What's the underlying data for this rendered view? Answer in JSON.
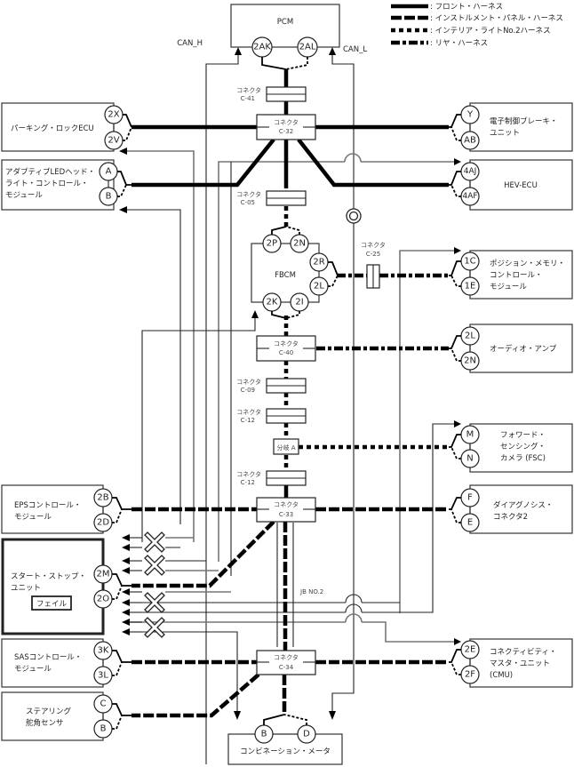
{
  "legend": [
    {
      "style": "front",
      "label": ": フロント・ハーネス"
    },
    {
      "style": "inst",
      "label": ": インストルメント・パネル・ハーネス"
    },
    {
      "style": "interior",
      "label": ": インテリア・ライトNo.2ハーネス"
    },
    {
      "style": "rear",
      "label": ": リヤ・ハーネス"
    }
  ],
  "pcm": {
    "name": "PCM",
    "pins": [
      "2AK",
      "2AL"
    ],
    "can_h": "CAN_H",
    "can_l": "CAN_L"
  },
  "connectors": {
    "word": "コネクタ",
    "c41": "C-41",
    "c32": "C-32",
    "c05": "C-05",
    "c25": "C-25",
    "c40": "C-40",
    "c09": "C-09",
    "c12a": "C-12",
    "c12b": "C-12",
    "c33": "C-33",
    "c34": "C-34",
    "branch_a": "分岐 A",
    "jb": "JB NO.2"
  },
  "fbcm": {
    "name": "FBCM",
    "pins": [
      "2P",
      "2N",
      "2R",
      "2L",
      "2K",
      "2I"
    ]
  },
  "left_modules": [
    {
      "id": "parking-lock-ecu",
      "lines": [
        "パーキング・ロックECU"
      ],
      "pins": [
        "2X",
        "2V"
      ]
    },
    {
      "id": "adaptive-led-headlight-module",
      "lines": [
        "アダプティブLEDヘッド・",
        "ライト・コントロール・",
        "モジュール"
      ],
      "pins": [
        "A",
        "B"
      ]
    },
    {
      "id": "eps-control-module",
      "lines": [
        "EPSコントロール・",
        "モジュール"
      ],
      "pins": [
        "2B",
        "2D"
      ]
    },
    {
      "id": "start-stop-unit",
      "lines": [
        "スタート・ストップ・",
        "ユニット"
      ],
      "pins": [
        "2M",
        "2O"
      ],
      "badge": "フェイル"
    },
    {
      "id": "sas-control-module",
      "lines": [
        "SASコントロール・",
        "モジュール"
      ],
      "pins": [
        "3K",
        "3L"
      ]
    },
    {
      "id": "steering-angle-sensor",
      "lines": [
        "ステアリング",
        "舵角センサ"
      ],
      "pins": [
        "C",
        "B"
      ]
    }
  ],
  "right_modules": [
    {
      "id": "electronic-brake-unit",
      "lines": [
        "電子制御ブレーキ・",
        "ユニット"
      ],
      "pins": [
        "Y",
        "AB"
      ]
    },
    {
      "id": "hev-ecu",
      "lines": [
        "HEV-ECU"
      ],
      "pins": [
        "4AJ",
        "4AF"
      ]
    },
    {
      "id": "position-memory-module",
      "lines": [
        "ポジション・メモリ・",
        "コントロール・",
        "モジュール"
      ],
      "pins": [
        "1C",
        "1E"
      ]
    },
    {
      "id": "audio-amp",
      "lines": [
        "オーディオ・アンプ"
      ],
      "pins": [
        "2L",
        "2N"
      ]
    },
    {
      "id": "forward-sensing-camera",
      "lines": [
        "フォワード・",
        "センシング・",
        "カメラ (FSC)"
      ],
      "pins": [
        "M",
        "N"
      ]
    },
    {
      "id": "diagnosis-connector",
      "lines": [
        "ダイアグノシス・",
        "コネクタ2"
      ],
      "pins": [
        "F",
        "E"
      ]
    },
    {
      "id": "connectivity-master-unit",
      "lines": [
        "コネクティビティ・",
        "マスタ・ユニット",
        "(CMU)"
      ],
      "pins": [
        "2E",
        "2F"
      ]
    }
  ],
  "combination_meter": {
    "name": "コンビネーション・メータ",
    "pins": [
      "B",
      "D"
    ]
  }
}
